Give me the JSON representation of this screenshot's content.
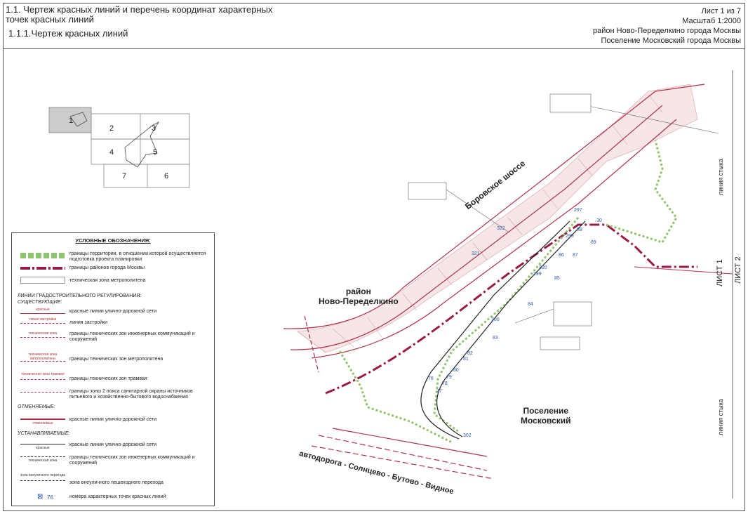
{
  "header": {
    "title_line1": "1.1.    Чертеж красных линий и перечень координат характерных",
    "title_line2": "точек красных линий",
    "subtitle": "1.1.1.Чертеж красных линий",
    "sheet": "Лист 1 из 7",
    "scale": "Масштаб 1:2000",
    "district": "район Ново-Переделкино города Москвы",
    "settlement": "Поселение Московский города Москвы"
  },
  "keymap": {
    "sheets": [
      "1",
      "2",
      "3",
      "4",
      "5",
      "6",
      "7"
    ]
  },
  "map": {
    "label_district_1": "район",
    "label_district_2": "Ново-Переделкино",
    "label_settlement_1": "Поселение",
    "label_settlement_2": "Московский",
    "road_borovskoe": "Боровское шоссе",
    "road_solntsevo": "автодорога - Солнцево - Бутово - Видное",
    "sheet_1": "ЛИСТ 1",
    "sheet_2": "ЛИСТ 2",
    "join_line_top": "линия стыка",
    "join_line_bottom": "линия стыка",
    "points": [
      "297",
      "30",
      "88",
      "298",
      "89",
      "86",
      "87",
      "322",
      "321",
      "320",
      "299",
      "85",
      "84",
      "300",
      "83",
      "82",
      "81",
      "80",
      "79",
      "78",
      "77",
      "76",
      "302"
    ]
  },
  "legend": {
    "title": "УСЛОВНЫЕ ОБОЗНАЧЕНИЯ:",
    "item_territory": "границы территории, в отношении которой осуществляется подготовка проекта планировки",
    "item_districts": "границы районов города Москвы",
    "item_metro_zone": "техническая зона метрополитена",
    "section_regulation": "ЛИНИИ ГРАДОСТРОИТЕЛЬНОГО РЕГУЛИРОВАНИЯ:",
    "section_existing": "СУЩЕСТВУЮЩИЕ:",
    "item_red_lines": "красные линии улично-дорожной сети",
    "cap_red": "красные",
    "item_building_line": "линия застройки",
    "cap_building": "линия застройки",
    "item_eng_zones": "границы технических зон инженерных коммуникаций и сооружений",
    "cap_eng": "техническая зона",
    "item_metro_bounds": "границы технических зон метрополитена",
    "cap_metro": "техническая зона метрополитена",
    "item_tram": "границы технических зон трамвая",
    "cap_tram": "техническая зона трамвая",
    "item_sanitary": "границы зоны 2 пояса санитарной охраны источников питьевого и хозяйственно-бытового водоснабжения",
    "section_cancelled": "ОТМЕНЯЕМЫЕ:",
    "item_cancel_red": "красные линии улично-дорожной сети",
    "cap_cancel": "отменяемые",
    "section_established": "УСТАНАВЛИВАЕМЫЕ:",
    "item_new_red": "красные линии улично-дорожной сети",
    "cap_new_red": "красные",
    "item_new_eng": "границы технических зон инженерных коммуникаций и сооружений",
    "cap_new_eng": "техническая зона",
    "item_pedestrian": "зона внеуличного пешеходного перехода",
    "cap_ped": "зона внеуличного перехода",
    "item_points": "номера характерных точек красных линий",
    "point_sample": "76"
  },
  "colors": {
    "red": "#b3304a",
    "district": "#9a1a4a",
    "green": "#8fc46e",
    "blue": "#2a5aa8"
  }
}
